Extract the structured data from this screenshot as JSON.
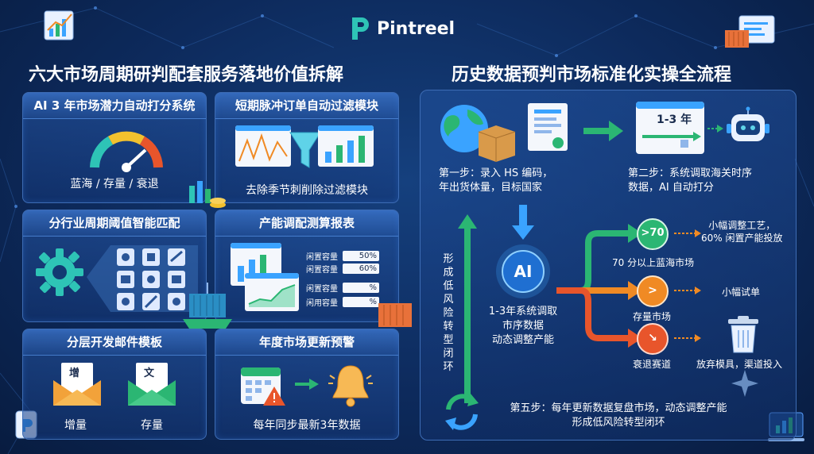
{
  "brand": {
    "name": "Pintreel"
  },
  "left": {
    "heading": "六大市场周期研判配套服务落地价值拆解",
    "cards": {
      "ai_score": {
        "title": "AI 3 年市场潜力自动打分系统",
        "caption": "蓝海 / 存量 / 衰退"
      },
      "filter": {
        "title": "短期脉冲订单自动过滤模块",
        "caption": "去除季节刺削除过滤模块"
      },
      "threshold": {
        "title": "分行业周期阈值智能匹配"
      },
      "capacity": {
        "title": "产能调配测算报表",
        "rows": [
          {
            "label": "闲置容量",
            "value": "50%"
          },
          {
            "label": "闲置容量",
            "value": "60%"
          },
          {
            "label": "闲置容量",
            "value": "%"
          },
          {
            "label": "闲用容量",
            "value": "%"
          }
        ]
      },
      "email": {
        "title": "分层开发邮件模板",
        "items": [
          {
            "icon_char": "增",
            "label": "增量"
          },
          {
            "icon_char": "文",
            "label": "存量"
          }
        ]
      },
      "alert": {
        "title": "年度市场更新预警",
        "caption": "每年同步最新3年数据"
      }
    }
  },
  "right": {
    "heading": "历史数据预判市场标准化实操全流程",
    "step1": "第一步：录入 HS 编码，\n年出货体量，目标国家",
    "step2": "第二步：系统调取海关时序\n数据，AI 自动打分",
    "timeline_label": "1-3 年",
    "ai_label": "AI",
    "ai_caption": "1-3年系统调取\n市序数据\n动态调整产能",
    "vertical": "形成低风险转型闭环",
    "branches": [
      {
        "badge": ">70",
        "label": "70 分以上蓝海市场",
        "result": "小幅调整工艺，\n60% 闲置产能投放",
        "color": "#2bb673"
      },
      {
        "badge": ">",
        "label": "存量市场",
        "result": "小幅试单",
        "color": "#f08a24"
      },
      {
        "badge": "↘",
        "label": "衰退赛道",
        "result": "放弃模具，渠道投入",
        "color": "#e8552b"
      }
    ],
    "step5": "第五步：每年更新数据复盘市场，动态调整产能\n形成低风险转型闭环"
  },
  "colors": {
    "accent_blue": "#3aa3ff",
    "green": "#2bb673",
    "orange": "#f08a24",
    "red": "#e8552b",
    "teal": "#2ec4b6"
  }
}
